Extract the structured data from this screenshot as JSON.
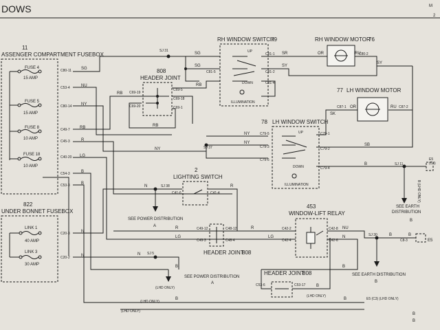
{
  "header": {
    "title": "DOWS",
    "corner_top": "M",
    "corner_bottom": "2"
  },
  "components": {
    "fusebox_pass": {
      "number": "11",
      "title": "ASSENGER COMPARTMENT FUSEBOX"
    },
    "fusebox_bonnet": {
      "number": "822",
      "title": "UNDER BONNET FUSEBOX"
    },
    "fuse4": {
      "name": "FUSE 4",
      "rating": "15 AMP"
    },
    "fuse5": {
      "name": "FUSE 5",
      "rating": "15 AMP"
    },
    "fuse8": {
      "name": "FUSE 8",
      "rating": "10 AMP"
    },
    "fuse18": {
      "name": "FUSE 18",
      "rating": "10 AMP"
    },
    "link1": {
      "name": "LINK 1",
      "rating": "40 AMP"
    },
    "link3": {
      "name": "LINK 3",
      "rating": "30 AMP"
    },
    "header_joint_top": {
      "number": "808",
      "title": "HEADER JOINT"
    },
    "rh_switch": {
      "title": "RH WINDOW SWITCH",
      "number": "79",
      "up": "UP",
      "down": "DOWN",
      "illumination": "ILLUMINATION"
    },
    "rh_motor": {
      "title": "RH WINDOW MOTOR",
      "number": "76"
    },
    "lh_motor": {
      "number": "77",
      "title": "LH WINDOW MOTOR"
    },
    "lh_switch": {
      "number": "78",
      "title": "LH WINDOW SWITCH",
      "up": "UP",
      "down": "DOWN",
      "illumination": "ILLUMINATION"
    },
    "lighting_switch": {
      "number": "2",
      "title": "LIGHTING SWITCH"
    },
    "relay": {
      "number": "453",
      "title": "WINDOW-LIFT RELAY"
    },
    "header_joint_mid": {
      "title": "HEADER JOINT",
      "number": "808"
    },
    "header_joint_bot": {
      "title": "HEADER JOINT",
      "number": "808"
    }
  },
  "notes": {
    "see_power_a1": "SEE POWER DISTRIBUTION",
    "see_power_a1_ref": "A",
    "see_power_a2": "SEE POWER DISTRIBUTION",
    "see_power_a2_ref": "A",
    "see_earth_b1": "SEE EARTH",
    "see_earth_b1_line2": "DISTRIBUTION",
    "see_earth_b1_ref": "B",
    "see_earth_b2": "SEE EARTH DISTRIBUTION",
    "see_earth_b2_ref": "B",
    "lhd_only_1": "(LHD ONLY)",
    "lhd_only_2": "(LHD ONLY)",
    "lhd_only_3": "(LHD ONLY)",
    "lhd_only_4": "(LHD ONLY)",
    "lhd_only_5": "(LHD ONLY)"
  },
  "connectors": {
    "c80_11": "C80-11",
    "c53_4": "C53-4",
    "c80_14": "C80-14",
    "c49_7": "C49-7",
    "c45_3": "C45-3",
    "c40_20": "C40-20",
    "c54_3": "C54-3",
    "c53_3": "C53-3",
    "c20_3": "C20-3",
    "c20_2": "C20-2",
    "c69_19": "C69-19",
    "c69_20": "C69-20",
    "c69_5": "C69-5",
    "c69_18": "C69-18",
    "c69_1": "C69-1",
    "c81_1": "C81-1",
    "c81_5": "C81-5",
    "c81_2": "C81-2",
    "c81_4": "C81-4",
    "c80_2": "C80-2",
    "c87_1": "C87-1",
    "c87_2": "C87-2",
    "c79_1": "C79-1",
    "c79_2": "C79-2",
    "c79_4": "C79-4",
    "c79_5": "C79-5",
    "c79_3": "C79-3",
    "c79_6": "C79-6",
    "c41_6": "C41-6",
    "c41_4": "C41-4",
    "c49_12": "C49-12",
    "c49_3": "C49-3",
    "c48_12": "C48-12",
    "c48_4": "C48-4",
    "c42_2": "C42-2",
    "c42_4": "C42-4",
    "c42_8": "C42-8",
    "c42_6": "C42-6",
    "c8_3": "C8-3",
    "c53_6": "C53-6",
    "c53_17": "C53-17",
    "e5": "E5",
    "e5_c": "(C3)",
    "e5_bot": "E5 (C3) (LHD ONLY)"
  },
  "splices": {
    "sj31": "SJ 31",
    "sj37": "SJ 37",
    "sj38": "SJ 38",
    "sj5": "SJ 5",
    "sj11": "SJ 11",
    "sj30": "SJ 30"
  },
  "wires": {
    "sg1": "SG",
    "sg2": "SG",
    "sg3": "SG",
    "nu1": "NU",
    "ny1": "NY",
    "rb1": "RB",
    "r1": "R",
    "lg1": "LG",
    "b1": "B",
    "b2": "B",
    "n1": "N",
    "n2": "N",
    "rb_hj1": "RB",
    "rb_hj2": "RB",
    "rb_hj3": "RB",
    "sr": "SR",
    "or1": "OR",
    "ru": "RU",
    "sy1": "SY",
    "sy2": "SY",
    "sk": "SK",
    "or2": "OR",
    "ru2": "RU",
    "ny2": "NY",
    "ny3": "NY",
    "ny4": "NY",
    "sb": "SB",
    "b_lh": "B",
    "n_ls": "N",
    "r_ls": "R",
    "r_hj": "R",
    "lg_hj1": "LG",
    "lg_hj2": "LG",
    "r_hj2": "R",
    "n_rl": "N",
    "nu_rl": "NU",
    "b_sj30": "B",
    "b_c8": "B",
    "b_rl": "B",
    "n_sj5": "N",
    "b_sj5": "B",
    "b_lhd": "B",
    "b_hjb": "B",
    "b_e5": "B",
    "b_tail1": "B",
    "b_tail2": "B",
    "lhd_only_wire": "(LHD ONLY)",
    "b_vert": "B (LHD ONLY)"
  }
}
